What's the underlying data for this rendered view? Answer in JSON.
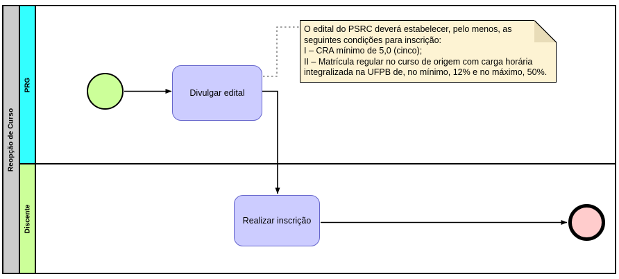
{
  "diagram": {
    "title": "Reopção de Curso",
    "type": "bpmn-process-diagram"
  },
  "pool": {
    "label": "Reopção de Curso"
  },
  "lanes": [
    {
      "id": "prg",
      "label": "PRG",
      "color": "#33ffff"
    },
    {
      "id": "discente",
      "label": "Discente",
      "color": "#ccff99"
    }
  ],
  "events": [
    {
      "id": "start",
      "label": "",
      "type": "start-event",
      "color": "#ccff99"
    },
    {
      "id": "end",
      "label": "",
      "type": "end-event",
      "color": "#ffcccc"
    }
  ],
  "tasks": [
    {
      "id": "divulgar-edital",
      "label": "Divulgar edital",
      "lane": "prg",
      "fill": "#ccccff"
    },
    {
      "id": "realizar-inscricao",
      "label": "Realizar inscrição",
      "lane": "discente",
      "fill": "#ccccff"
    }
  ],
  "annotation": {
    "id": "note-condicoes",
    "fill": "#fdf3d3",
    "text": "O edital do PSRC deverá estabelecer, pelo menos, as seguintes condições para inscrição:\nI – CRA mínimo de 5,0 (cinco);\nII – Matrícula regular no curso de origem com carga horária integralizada na UFPB de, no mínimo, 12% e no máximo, 50%."
  },
  "flows": [
    {
      "id": "start-to-divulgar",
      "type": "sequence-flow"
    },
    {
      "id": "divulgar-to-realizar",
      "type": "sequence-flow"
    },
    {
      "id": "realizar-to-end",
      "type": "sequence-flow"
    },
    {
      "id": "divulgar-to-note",
      "type": "association"
    }
  ],
  "colors": {
    "task_fill": "#ccccff",
    "task_stroke": "#6666cc",
    "start_fill": "#ccff99",
    "end_fill": "#ffcccc",
    "note_fill": "#fdf3d3",
    "pool_header_fill": "#cccccc",
    "lane_prg_fill": "#33ffff",
    "lane_discente_fill": "#ccff99",
    "stroke": "#000000"
  }
}
